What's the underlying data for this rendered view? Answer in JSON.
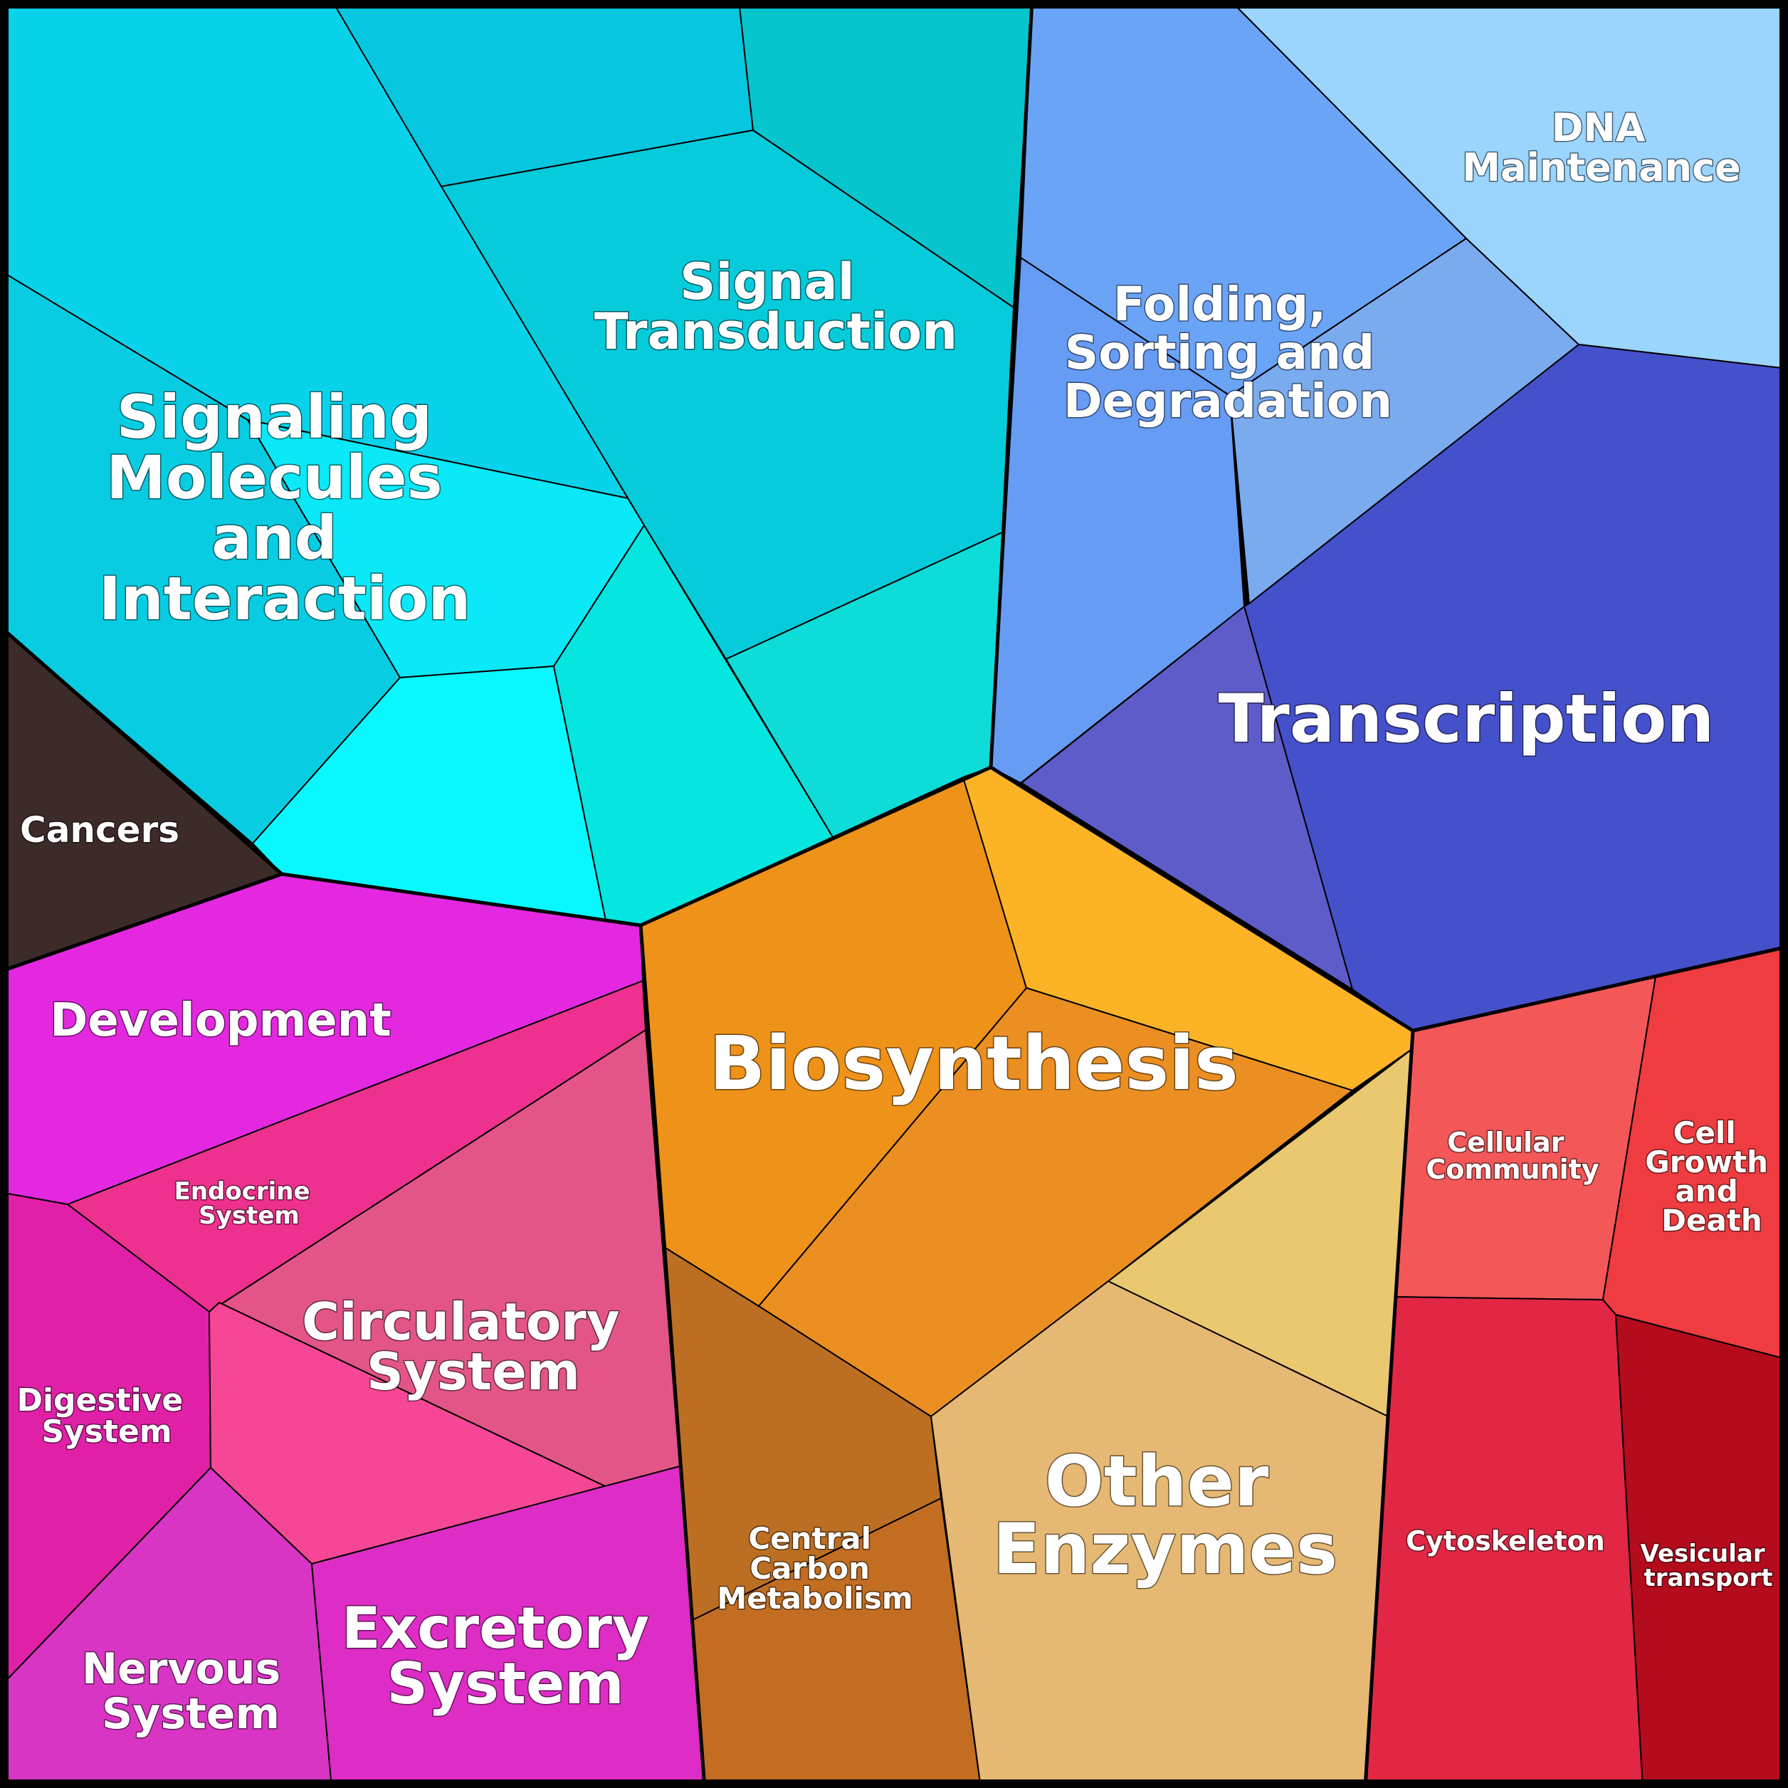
{
  "diagram": {
    "type": "voronoi-treemap",
    "background": "#000000",
    "label_color": "#ffffff",
    "groups": [
      {
        "name": "Signaling Molecules and Interaction",
        "palette": "cyan"
      },
      {
        "name": "Signal Transduction",
        "palette": "cyan"
      },
      {
        "name": "Folding, Sorting and Degradation",
        "palette": "blue"
      },
      {
        "name": "DNA Maintenance",
        "palette": "light-blue"
      },
      {
        "name": "Transcription",
        "palette": "indigo"
      },
      {
        "name": "Cancers",
        "palette": "dark-brown"
      },
      {
        "name": "Development",
        "palette": "magenta"
      },
      {
        "name": "Endocrine System",
        "palette": "pink"
      },
      {
        "name": "Digestive System",
        "palette": "magenta"
      },
      {
        "name": "Circulatory System",
        "palette": "pink"
      },
      {
        "name": "Nervous System",
        "palette": "magenta"
      },
      {
        "name": "Excretory System",
        "palette": "magenta"
      },
      {
        "name": "Biosynthesis",
        "palette": "orange"
      },
      {
        "name": "Central Carbon Metabolism",
        "palette": "brown"
      },
      {
        "name": "Other Enzymes",
        "palette": "tan"
      },
      {
        "name": "Cellular Community",
        "palette": "red"
      },
      {
        "name": "Cell Growth and Death",
        "palette": "red"
      },
      {
        "name": "Cytoskeleton",
        "palette": "red"
      },
      {
        "name": "Vesicular transport",
        "palette": "dark-red"
      }
    ],
    "labels": {
      "signaling_molecules": [
        "Signaling",
        "Molecules",
        "and",
        "Interaction"
      ],
      "signal_transduction": [
        "Signal",
        "Transduction"
      ],
      "folding": [
        "Folding,",
        "Sorting and",
        "Degradation"
      ],
      "dna_maintenance": [
        "DNA",
        "Maintenance"
      ],
      "transcription": [
        "Transcription"
      ],
      "cancers": [
        "Cancers"
      ],
      "development": [
        "Development"
      ],
      "endocrine": [
        "Endocrine",
        "System"
      ],
      "digestive": [
        "Digestive",
        "System"
      ],
      "circulatory": [
        "Circulatory",
        "System"
      ],
      "nervous": [
        "Nervous",
        "System"
      ],
      "excretory": [
        "Excretory",
        "System"
      ],
      "biosynthesis": [
        "Biosynthesis"
      ],
      "central_carbon": [
        "Central",
        "Carbon",
        "Metabolism"
      ],
      "other_enzymes": [
        "Other",
        "Enzymes"
      ],
      "cellular_community": [
        "Cellular",
        "Community"
      ],
      "cell_growth": [
        "Cell",
        "Growth",
        "and",
        "Death"
      ],
      "cytoskeleton": [
        "Cytoskeleton"
      ],
      "vesicular": [
        "Vesicular",
        "transport"
      ]
    },
    "colors": {
      "cyan_1": "#09d3ea",
      "cyan_2": "#08cde2",
      "cyan_3": "#07c6e0",
      "cyan_4": "#06c5cd",
      "cyan_5": "#05cbdb",
      "cyan_6": "#0bd9e1",
      "cyan_7": "#0be8f7",
      "cyan_8": "#09f8ff",
      "cyan_9": "#05e6e0",
      "cyan_10": "#0ddcd8",
      "cyan_11": "#07c8dc",
      "blue_1": "#6aa4f7",
      "blue_2": "#669cf4",
      "blue_3": "#7aabef",
      "light_blue": "#9bd4fc",
      "indigo": "#4551cb",
      "indigo_2": "#5d5cc8",
      "dark_brown": "#3d2b29",
      "magenta_1": "#e428e0",
      "pink_1": "#ee318e",
      "pink_2": "#e35589",
      "pink_3": "#f64796",
      "magenta_2": "#e120a8",
      "magenta_3": "#d935c4",
      "magenta_4": "#de2cc6",
      "orange_1": "#ee9219",
      "orange_2": "#fdb326",
      "orange_3": "#eb8f22",
      "yellow_tan": "#e9c870",
      "tan": "#e5b873",
      "brown_1": "#bc6f22",
      "brown_2": "#c26d22",
      "red_1": "#f35758",
      "red_2": "#ee3c40",
      "red_3": "#e12744",
      "dark_red": "#b40b1d"
    }
  }
}
